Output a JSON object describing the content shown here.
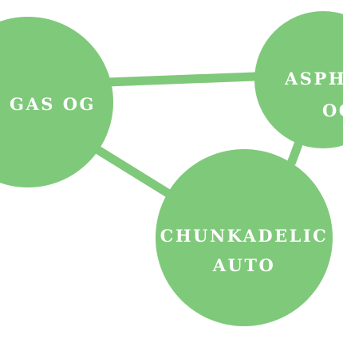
{
  "diagram": {
    "nodes": [
      {
        "id": "gas-og",
        "label": "GAS OG"
      },
      {
        "id": "asph-og",
        "label_line1": "ASPH",
        "label_line2": "OG"
      },
      {
        "id": "chunkadelic-auto",
        "label_line1": "CHUNKADELIC",
        "label_line2": "AUTO"
      }
    ],
    "edges": [
      {
        "from": "gas-og",
        "to": "asph-og"
      },
      {
        "from": "gas-og",
        "to": "chunkadelic-auto"
      },
      {
        "from": "chunkadelic-auto",
        "to": "asph-og"
      }
    ],
    "colors": {
      "node_fill": "#7fc97a",
      "edge": "#7fc97a",
      "label": "#ffffff",
      "background": "#ffffff"
    }
  }
}
